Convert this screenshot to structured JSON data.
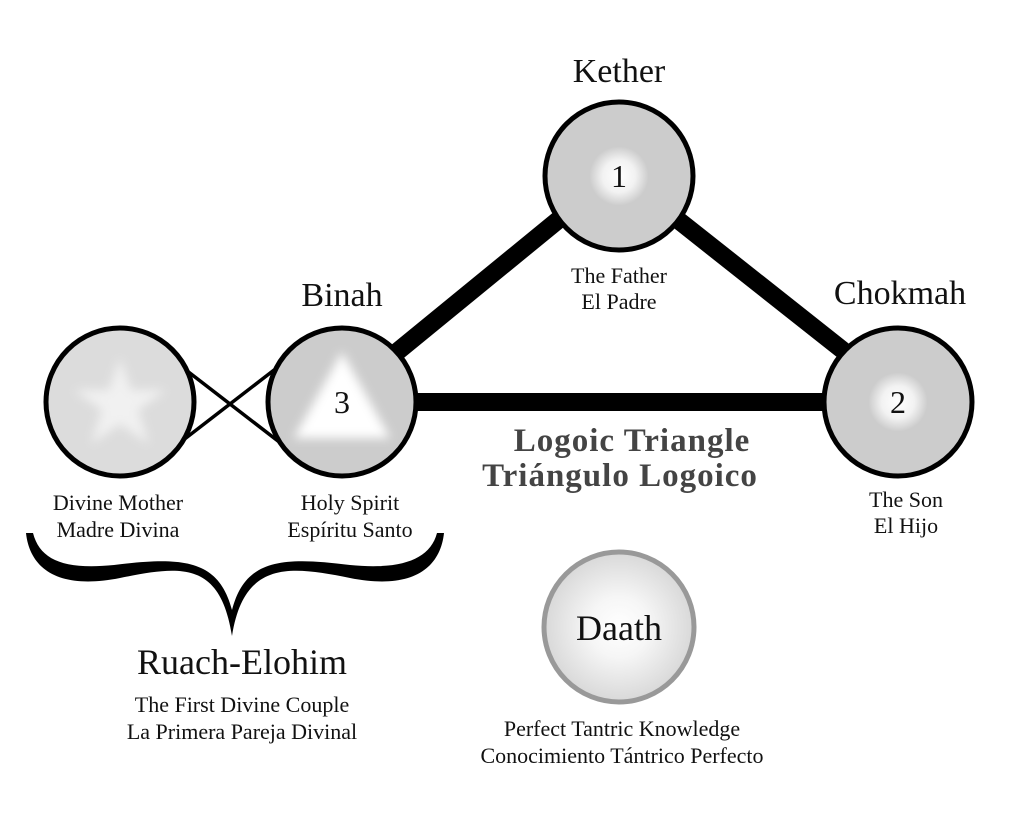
{
  "sephiroth": {
    "kether": {
      "name": "Kether",
      "number": "1",
      "line1": "The Father",
      "line2": "El Padre"
    },
    "chokmah": {
      "name": "Chokmah",
      "number": "2",
      "line1": "The Son",
      "line2": "El Hijo"
    },
    "binah": {
      "name": "Binah",
      "number": "3",
      "line1": "Holy Spirit",
      "line2": "Espíritu Santo"
    },
    "mother": {
      "line1": "Divine Mother",
      "line2": "Madre Divina"
    },
    "daath": {
      "name": "Daath",
      "line1": "Perfect Tantric Knowledge",
      "line2": "Conocimiento Tántrico Perfecto"
    }
  },
  "triangle": {
    "line1": "Logoic Triangle",
    "line2": "Triángulo Logoico"
  },
  "ruach": {
    "title": "Ruach-Elohim",
    "line1": "The First Divine Couple",
    "line2": "La Primera Pareja Divinal"
  },
  "colors": {
    "node_fill": "#cccccc",
    "mother_fill": "#dcdcdc",
    "daath_stroke": "#999999",
    "line": "#000000",
    "triangle_text": "#444444"
  }
}
